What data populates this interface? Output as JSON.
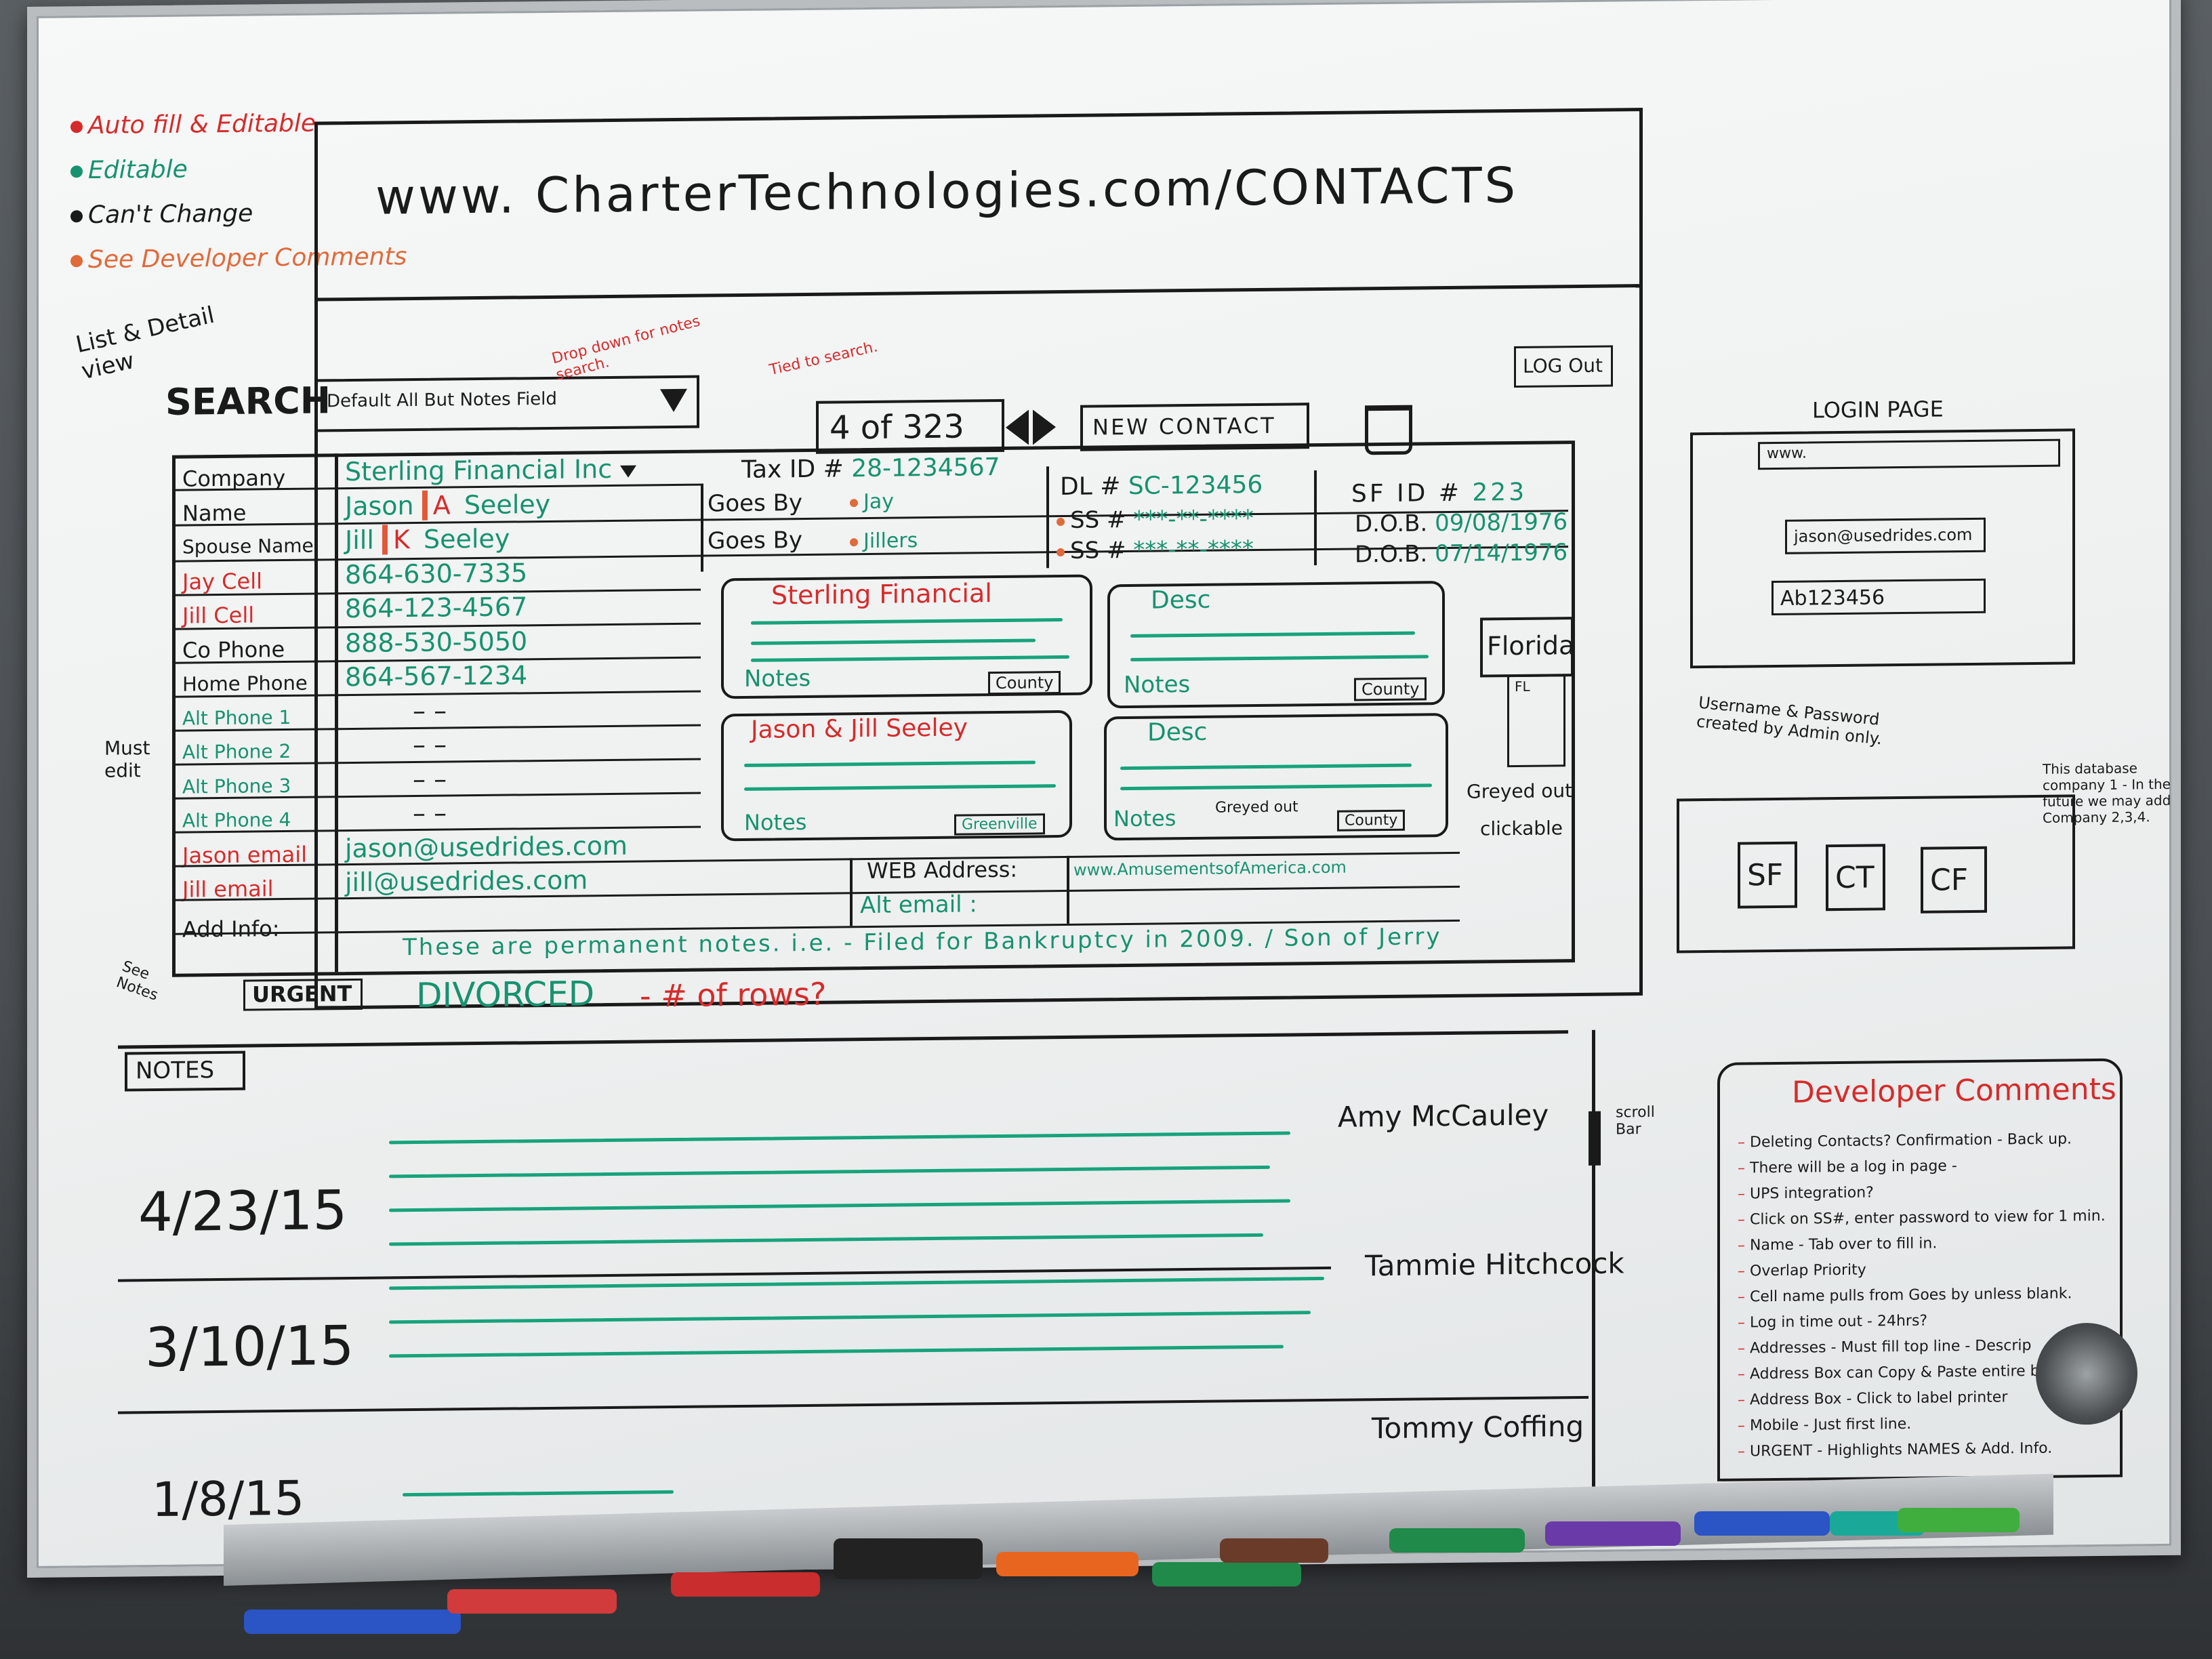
{
  "legend": [
    {
      "label": "Auto fill & Editable",
      "color": "#d62b2b"
    },
    {
      "label": "Editable",
      "color": "#17926f"
    },
    {
      "label": "Can't Change",
      "color": "#1a1a1a"
    },
    {
      "label": "See Developer Comments",
      "color": "#e06a3a"
    }
  ],
  "url_bar": "www. CharterTechnologies.com/CONTACTS",
  "view_note": "List & Detail view",
  "search": {
    "label": "SEARCH",
    "field": "Default All But Notes Field",
    "dropdown_note": "Drop down for notes search.",
    "tied_note": "Tied to search."
  },
  "pager": {
    "text": "4 of 323"
  },
  "new_contact": "NEW CONTACT",
  "logout": "LOG Out",
  "labels": {
    "company": "Company",
    "name": "Name",
    "spouse_name": "Spouse Name",
    "jay_cell": "Jay Cell",
    "jill_cell": "Jill Cell",
    "co_phone": "Co Phone",
    "home_phone": "Home Phone",
    "alt_phone_1": "Alt Phone 1",
    "alt_phone_2": "Alt Phone 2",
    "alt_phone_3": "Alt Phone 3",
    "alt_phone_4": "Alt Phone 4",
    "jason_email": "Jason email",
    "jill_email": "Jill email",
    "add_info": "Add Info:",
    "urgent": "URGENT",
    "goes_by": "Goes By",
    "tax_id": "Tax ID #",
    "dl": "DL #",
    "ss": "SS #",
    "sf_id": "SF ID #",
    "dob": "D.O.B.",
    "web_address": "WEB Address:",
    "alt_email": "Alt email :",
    "must_edit": "Must edit",
    "see_notes": "See Notes"
  },
  "values": {
    "company": "Sterling Financial Inc",
    "name_first": "Jason",
    "name_mid": "A",
    "name_last": "Seeley",
    "spouse_first": "Jill",
    "spouse_mid": "K",
    "spouse_last": "Seeley",
    "jay_cell": "864-630-7335",
    "jill_cell": "864-123-4567",
    "co_phone": "888-530-5050",
    "home_phone": "864-567-1234",
    "alt_dash": "– –",
    "goes_by_1": "Jay",
    "goes_by_2": "Jillers",
    "tax_id": "28-1234567",
    "dl": "SC-123456",
    "ss_1": "***-**-****",
    "ss_2": "***-**-****",
    "sf_id": "223",
    "dob_1": "09/08/1976",
    "dob_2": "07/14/1976",
    "jason_email": "jason@usedrides.com",
    "jill_email": "jill@usedrides.com",
    "web_address": "www.AmusementsofAmerica.com",
    "permanent_notes": "These are permanent notes. i.e. - Filed for Bankruptcy in 2009. / Son of Jerry",
    "divorced": "DIVORCED",
    "rows_note": "- # of rows?"
  },
  "address_cards": [
    {
      "title": "Sterling Financial",
      "notes": "Notes",
      "tag": "County"
    },
    {
      "title": "Desc",
      "notes": "Notes",
      "tag": "County"
    },
    {
      "title": "Jason & Jill Seeley",
      "notes": "Notes",
      "tag": "Greenville"
    },
    {
      "title": "Desc",
      "notes": "Notes",
      "tag": "County",
      "greyed": "Greyed out"
    }
  ],
  "state_box": {
    "title": "Florida",
    "abbr": "FL"
  },
  "annotations": {
    "greyed_out": "Greyed out",
    "clickable": "clickable",
    "scroll_bar": "scroll Bar"
  },
  "notes_section": {
    "label": "NOTES",
    "entries": [
      {
        "date": "4/23/15",
        "author": "Amy McCauley"
      },
      {
        "date": "3/10/15",
        "author": "Tammie Hitchcock"
      },
      {
        "date": "1/8/15",
        "author": "Tommy Coffing"
      }
    ]
  },
  "login": {
    "title": "LOGIN PAGE",
    "url": "www.",
    "username": "jason@usedrides.com",
    "password": "Ab123456",
    "note": "Username & Password created by Admin only."
  },
  "company_picker": {
    "buttons": [
      "SF",
      "CT",
      "CF"
    ],
    "note": "This database company 1 - In the future we may add Company 2,3,4."
  },
  "developer_comments": {
    "title": "Developer Comments",
    "items": [
      "Deleting Contacts? Confirmation - Back up.",
      "There will be a log in page -",
      "UPS integration?",
      "Click on SS#, enter password to view for 1 min.",
      "Name - Tab over to fill in.",
      "Overlap Priority",
      "Cell name pulls from Goes by unless blank.",
      "Log in time out - 24hrs?",
      "Addresses - Must fill top line - Descrip",
      "Address Box can Copy & Paste entire box",
      "Address Box - Click to label printer",
      "Mobile - Just first line.",
      "URGENT - Highlights NAMES & Add. Info."
    ]
  }
}
